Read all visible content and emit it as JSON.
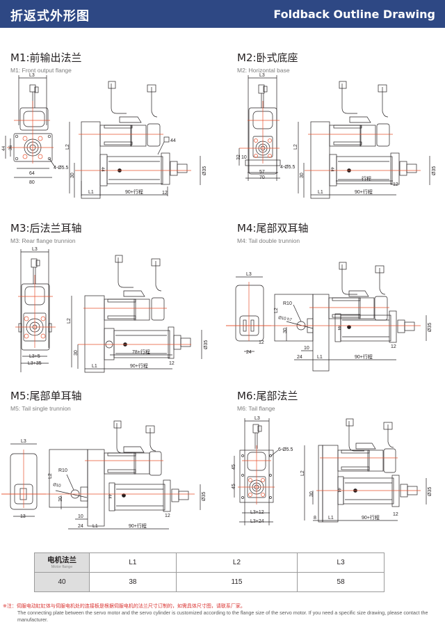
{
  "header": {
    "title_cn": "折返式外形图",
    "title_en": "Foldback Outline Drawing",
    "background": "#2e4884"
  },
  "colors": {
    "centerline": "#e8502e",
    "line": "#231f20",
    "note_red": "#d9302e"
  },
  "sections": [
    {
      "id": "M1",
      "title": "M1:前输出法兰",
      "subtitle": "M1: Front output flange",
      "dims": {
        "L3": "L3",
        "L2": "L2",
        "L1": "L1",
        "d44": "44",
        "d36": "36",
        "d64": "64",
        "d80": "80",
        "holes": "4-Ø5.5",
        "sq44": "44",
        "h30": "30",
        "w44": "44",
        "dia35": "Ø35",
        "d12": "12",
        "stroke": "90+行程"
      }
    },
    {
      "id": "M2",
      "title": "M2:卧式底座",
      "subtitle": "M2: Horizontal base",
      "dims": {
        "L3": "L3",
        "L2": "L2",
        "L1": "L1",
        "d32": "32",
        "d10": "10",
        "d57": "57",
        "d70": "70",
        "holes": "4-Ø5.5",
        "h30": "30",
        "w44": "44",
        "dia35": "Ø35",
        "d12": "12",
        "stroke_only": "行程",
        "stroke": "90+行程"
      }
    },
    {
      "id": "M3",
      "title": "M3:后法兰耳轴",
      "subtitle": "M3: Rear flange trunnion",
      "dims": {
        "L3": "L3",
        "L2": "L2",
        "L1": "L1",
        "l3p5": "L3+5",
        "l3p35": "L3+35",
        "h30": "30",
        "dia35": "Ø35",
        "d12": "12",
        "stroke78": "78+行程",
        "stroke": "90+行程"
      }
    },
    {
      "id": "M4",
      "title": "M4:尾部双耳轴",
      "subtitle": "M4: Tail double trunnion",
      "dims": {
        "L3": "L3",
        "L2": "L2",
        "L1": "L1",
        "r10": "R10",
        "pin": "Ø10 h7",
        "h30": "30",
        "w44": "44",
        "dia35": "Ø35",
        "d12a": "12",
        "d24a": "24",
        "d10": "10",
        "d24b": "24",
        "d12b": "12",
        "stroke": "90+行程"
      }
    },
    {
      "id": "M5",
      "title": "M5:尾部单耳轴",
      "subtitle": "M5: Tail single trunnion",
      "dims": {
        "L3": "L3",
        "L2": "L2",
        "L1": "L1",
        "r10": "R10",
        "pin": "Ø10",
        "h30": "30",
        "w44": "44",
        "dia35": "Ø35",
        "d13": "13",
        "d10": "10",
        "d24": "24",
        "d12": "12",
        "stroke": "90+行程"
      }
    },
    {
      "id": "M6",
      "title": "M6:尾部法兰",
      "subtitle": "M6: Tail flange",
      "dims": {
        "L3": "L3",
        "L2": "L2",
        "L1": "L1",
        "holes": "6-Ø5.5",
        "d45a": "45",
        "d45b": "45",
        "l3p12": "L3+12",
        "l3p24": "L3+24",
        "h30": "30",
        "w44": "44",
        "dia35": "Ø35",
        "d12": "12",
        "d8": "8",
        "stroke": "90+行程"
      }
    }
  ],
  "table": {
    "header_cn": "电机法兰",
    "header_en": "Motor flange",
    "columns": [
      "L1",
      "L2",
      "L3"
    ],
    "rows": [
      {
        "flange": "40",
        "values": [
          "38",
          "115",
          "58"
        ]
      }
    ]
  },
  "note": {
    "cn": "※注：伺服电动缸缸体与伺服电机处的连接板是根据伺服电机的法兰尺寸订制的，如需具体尺寸图，请联系厂家。",
    "en": "The connecting plate between the servo motor and the servo cylinder is customized according to the flange size of the servo motor. If you need a specific size drawing, please contact the manufacturer."
  }
}
